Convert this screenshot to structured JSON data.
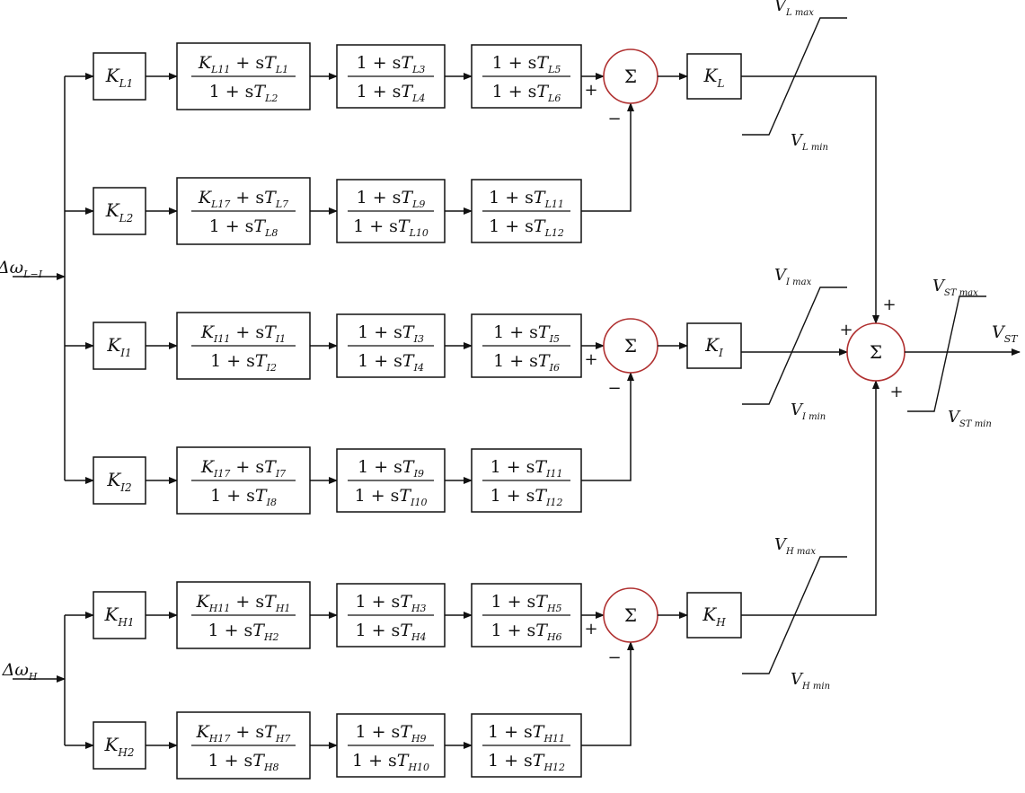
{
  "colors": {
    "line": "#111111",
    "summer_stroke": "#b03030",
    "background": "#ffffff"
  },
  "inputs": [
    {
      "id": "L",
      "base": "Δω",
      "sub": "L−I"
    },
    {
      "id": "H",
      "base": "Δω",
      "sub": "H"
    }
  ],
  "chains": [
    {
      "id": "L1",
      "gain": {
        "base": "K",
        "sub": "L1"
      },
      "lead": {
        "num": {
          "k": "L11",
          "t": "L1"
        },
        "den": "L2"
      },
      "stage2": {
        "num": "L3",
        "den": "L4"
      },
      "stage3": {
        "num": "L5",
        "den": "L6"
      }
    },
    {
      "id": "L2",
      "gain": {
        "base": "K",
        "sub": "L2"
      },
      "lead": {
        "num": {
          "k": "L17",
          "t": "L7"
        },
        "den": "L8"
      },
      "stage2": {
        "num": "L9",
        "den": "L10"
      },
      "stage3": {
        "num": "L11",
        "den": "L12"
      }
    },
    {
      "id": "I1",
      "gain": {
        "base": "K",
        "sub": "I1"
      },
      "lead": {
        "num": {
          "k": "I11",
          "t": "I1"
        },
        "den": "I2"
      },
      "stage2": {
        "num": "I3",
        "den": "I4"
      },
      "stage3": {
        "num": "I5",
        "den": "I6"
      }
    },
    {
      "id": "I2",
      "gain": {
        "base": "K",
        "sub": "I2"
      },
      "lead": {
        "num": {
          "k": "I17",
          "t": "I7"
        },
        "den": "I8"
      },
      "stage2": {
        "num": "I9",
        "den": "I10"
      },
      "stage3": {
        "num": "I11",
        "den": "I12"
      }
    },
    {
      "id": "H1",
      "gain": {
        "base": "K",
        "sub": "H1"
      },
      "lead": {
        "num": {
          "k": "H11",
          "t": "H1"
        },
        "den": "H2"
      },
      "stage2": {
        "num": "H3",
        "den": "H4"
      },
      "stage3": {
        "num": "H5",
        "den": "H6"
      }
    },
    {
      "id": "H2",
      "gain": {
        "base": "K",
        "sub": "H2"
      },
      "lead": {
        "num": {
          "k": "H17",
          "t": "H7"
        },
        "den": "H8"
      },
      "stage2": {
        "num": "H9",
        "den": "H10"
      },
      "stage3": {
        "num": "H11",
        "den": "H12"
      }
    }
  ],
  "bands": [
    {
      "id": "L",
      "gain": {
        "base": "K",
        "sub": "L"
      },
      "max": {
        "base": "V",
        "sub": "L max"
      },
      "min": {
        "base": "V",
        "sub": "L min"
      }
    },
    {
      "id": "I",
      "gain": {
        "base": "K",
        "sub": "I"
      },
      "max": {
        "base": "V",
        "sub": "I max"
      },
      "min": {
        "base": "V",
        "sub": "I min"
      }
    },
    {
      "id": "H",
      "gain": {
        "base": "K",
        "sub": "H"
      },
      "max": {
        "base": "V",
        "sub": "H max"
      },
      "min": {
        "base": "V",
        "sub": "H min"
      }
    }
  ],
  "output": {
    "max": {
      "base": "V",
      "sub": "ST max"
    },
    "min": {
      "base": "V",
      "sub": "ST min"
    },
    "signal": {
      "base": "V",
      "sub": "ST"
    }
  },
  "symbols": {
    "sum": "Σ",
    "plus": "+",
    "minus": "−",
    "one_plus_s": "1 + s",
    "plus_s": " + s",
    "k_letter": "K",
    "t_letter": "T"
  }
}
